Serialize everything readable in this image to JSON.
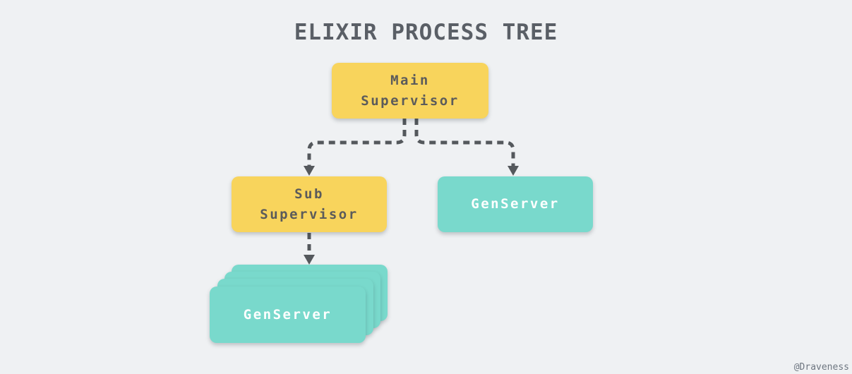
{
  "title": "ELIXIR PROCESS TREE",
  "watermark": "@Draveness",
  "colors": {
    "background": "#EFF1F3",
    "supervisor_fill": "#F8D45C",
    "genserver_fill": "#79D9CC",
    "supervisor_text": "#5B5B5B",
    "genserver_text": "#FFFFFF",
    "title_text": "#5A5F66",
    "connector": "#54585C"
  },
  "nodes": {
    "main_supervisor": {
      "label": "Main\nSupervisor",
      "type": "supervisor"
    },
    "sub_supervisor": {
      "label": "Sub\nSupervisor",
      "type": "supervisor"
    },
    "genserver": {
      "label": "GenServer",
      "type": "genserver"
    },
    "genserver_stack": {
      "label": "GenServer",
      "type": "genserver",
      "stack_count": 4
    }
  },
  "edges": [
    {
      "from": "main_supervisor",
      "to": "sub_supervisor",
      "style": "dashed-arrow"
    },
    {
      "from": "main_supervisor",
      "to": "genserver",
      "style": "dashed-arrow"
    },
    {
      "from": "sub_supervisor",
      "to": "genserver_stack",
      "style": "dashed-arrow"
    }
  ]
}
